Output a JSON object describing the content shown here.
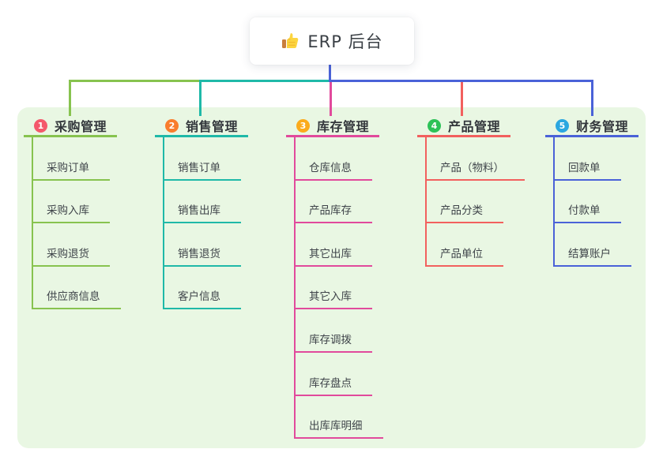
{
  "root": {
    "title": "ERP 后台",
    "icon": "thumbs-up-icon"
  },
  "colors": {
    "panel_bg": "#e9f7e3",
    "root_line": "#4a62d8",
    "text_dark": "#3b4046"
  },
  "branches": [
    {
      "badge": "1",
      "badge_color": "#f4586b",
      "line_color": "#87c34f",
      "label": "采购管理",
      "children": [
        "采购订单",
        "采购入库",
        "采购退货",
        "供应商信息"
      ]
    },
    {
      "badge": "2",
      "badge_color": "#f97d2d",
      "line_color": "#1fb9a8",
      "label": "销售管理",
      "children": [
        "销售订单",
        "销售出库",
        "销售退货",
        "客户信息"
      ]
    },
    {
      "badge": "3",
      "badge_color": "#fbab1c",
      "line_color": "#e14a9c",
      "label": "库存管理",
      "children": [
        "仓库信息",
        "产品库存",
        "其它出库",
        "其它入库",
        "库存调拨",
        "库存盘点",
        "出库库明细"
      ]
    },
    {
      "badge": "4",
      "badge_color": "#2dc258",
      "line_color": "#f2605e",
      "label": "产品管理",
      "children": [
        "产品（物料）",
        "产品分类",
        "产品单位"
      ]
    },
    {
      "badge": "5",
      "badge_color": "#2ba7e0",
      "line_color": "#4a62d8",
      "label": "财务管理",
      "children": [
        "回款单",
        "付款单",
        "结算账户"
      ]
    }
  ]
}
